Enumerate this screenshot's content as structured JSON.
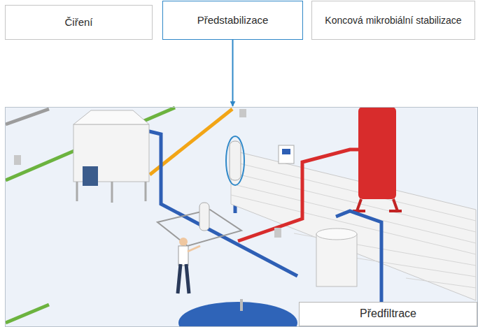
{
  "diagram": {
    "nodes": [
      {
        "text": [
          "Čiření"
        ]
      },
      {
        "text": [
          "Předstabilizace"
        ]
      },
      {
        "text": [
          "Koncová mikrobiální stabilizace"
        ]
      },
      {
        "text": [
          "Předfiltrace"
        ]
      }
    ],
    "edges": [
      {
        "from": 1,
        "to": 3,
        "arrow": "to"
      }
    ]
  }
}
